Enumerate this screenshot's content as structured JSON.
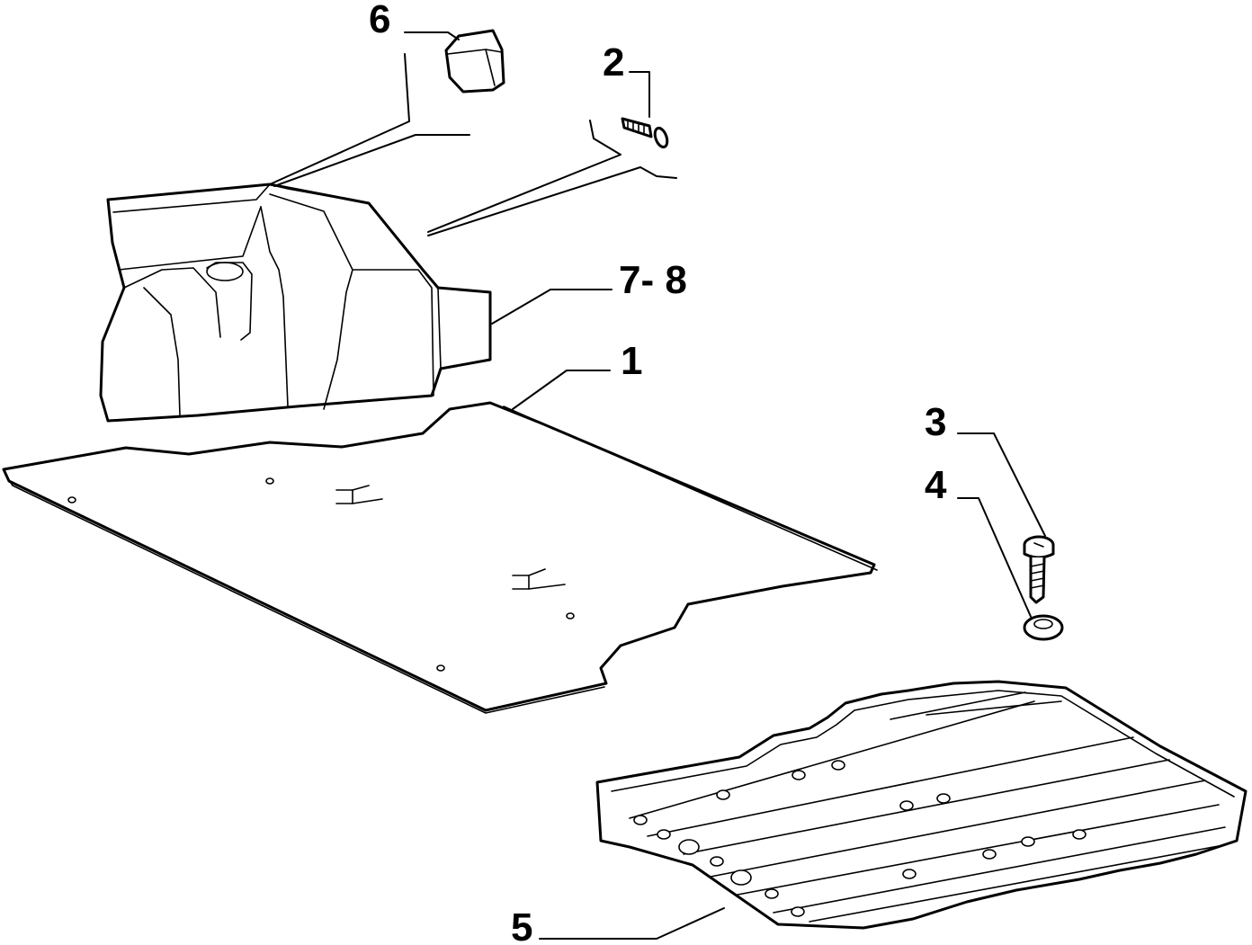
{
  "callouts": {
    "part_1": "1",
    "part_2": "2",
    "part_3": "3",
    "part_4": "4",
    "part_5": "5",
    "part_6": "6",
    "part_7_8": "7- 8"
  },
  "colors": {
    "line": "#000000",
    "background": "#ffffff"
  }
}
